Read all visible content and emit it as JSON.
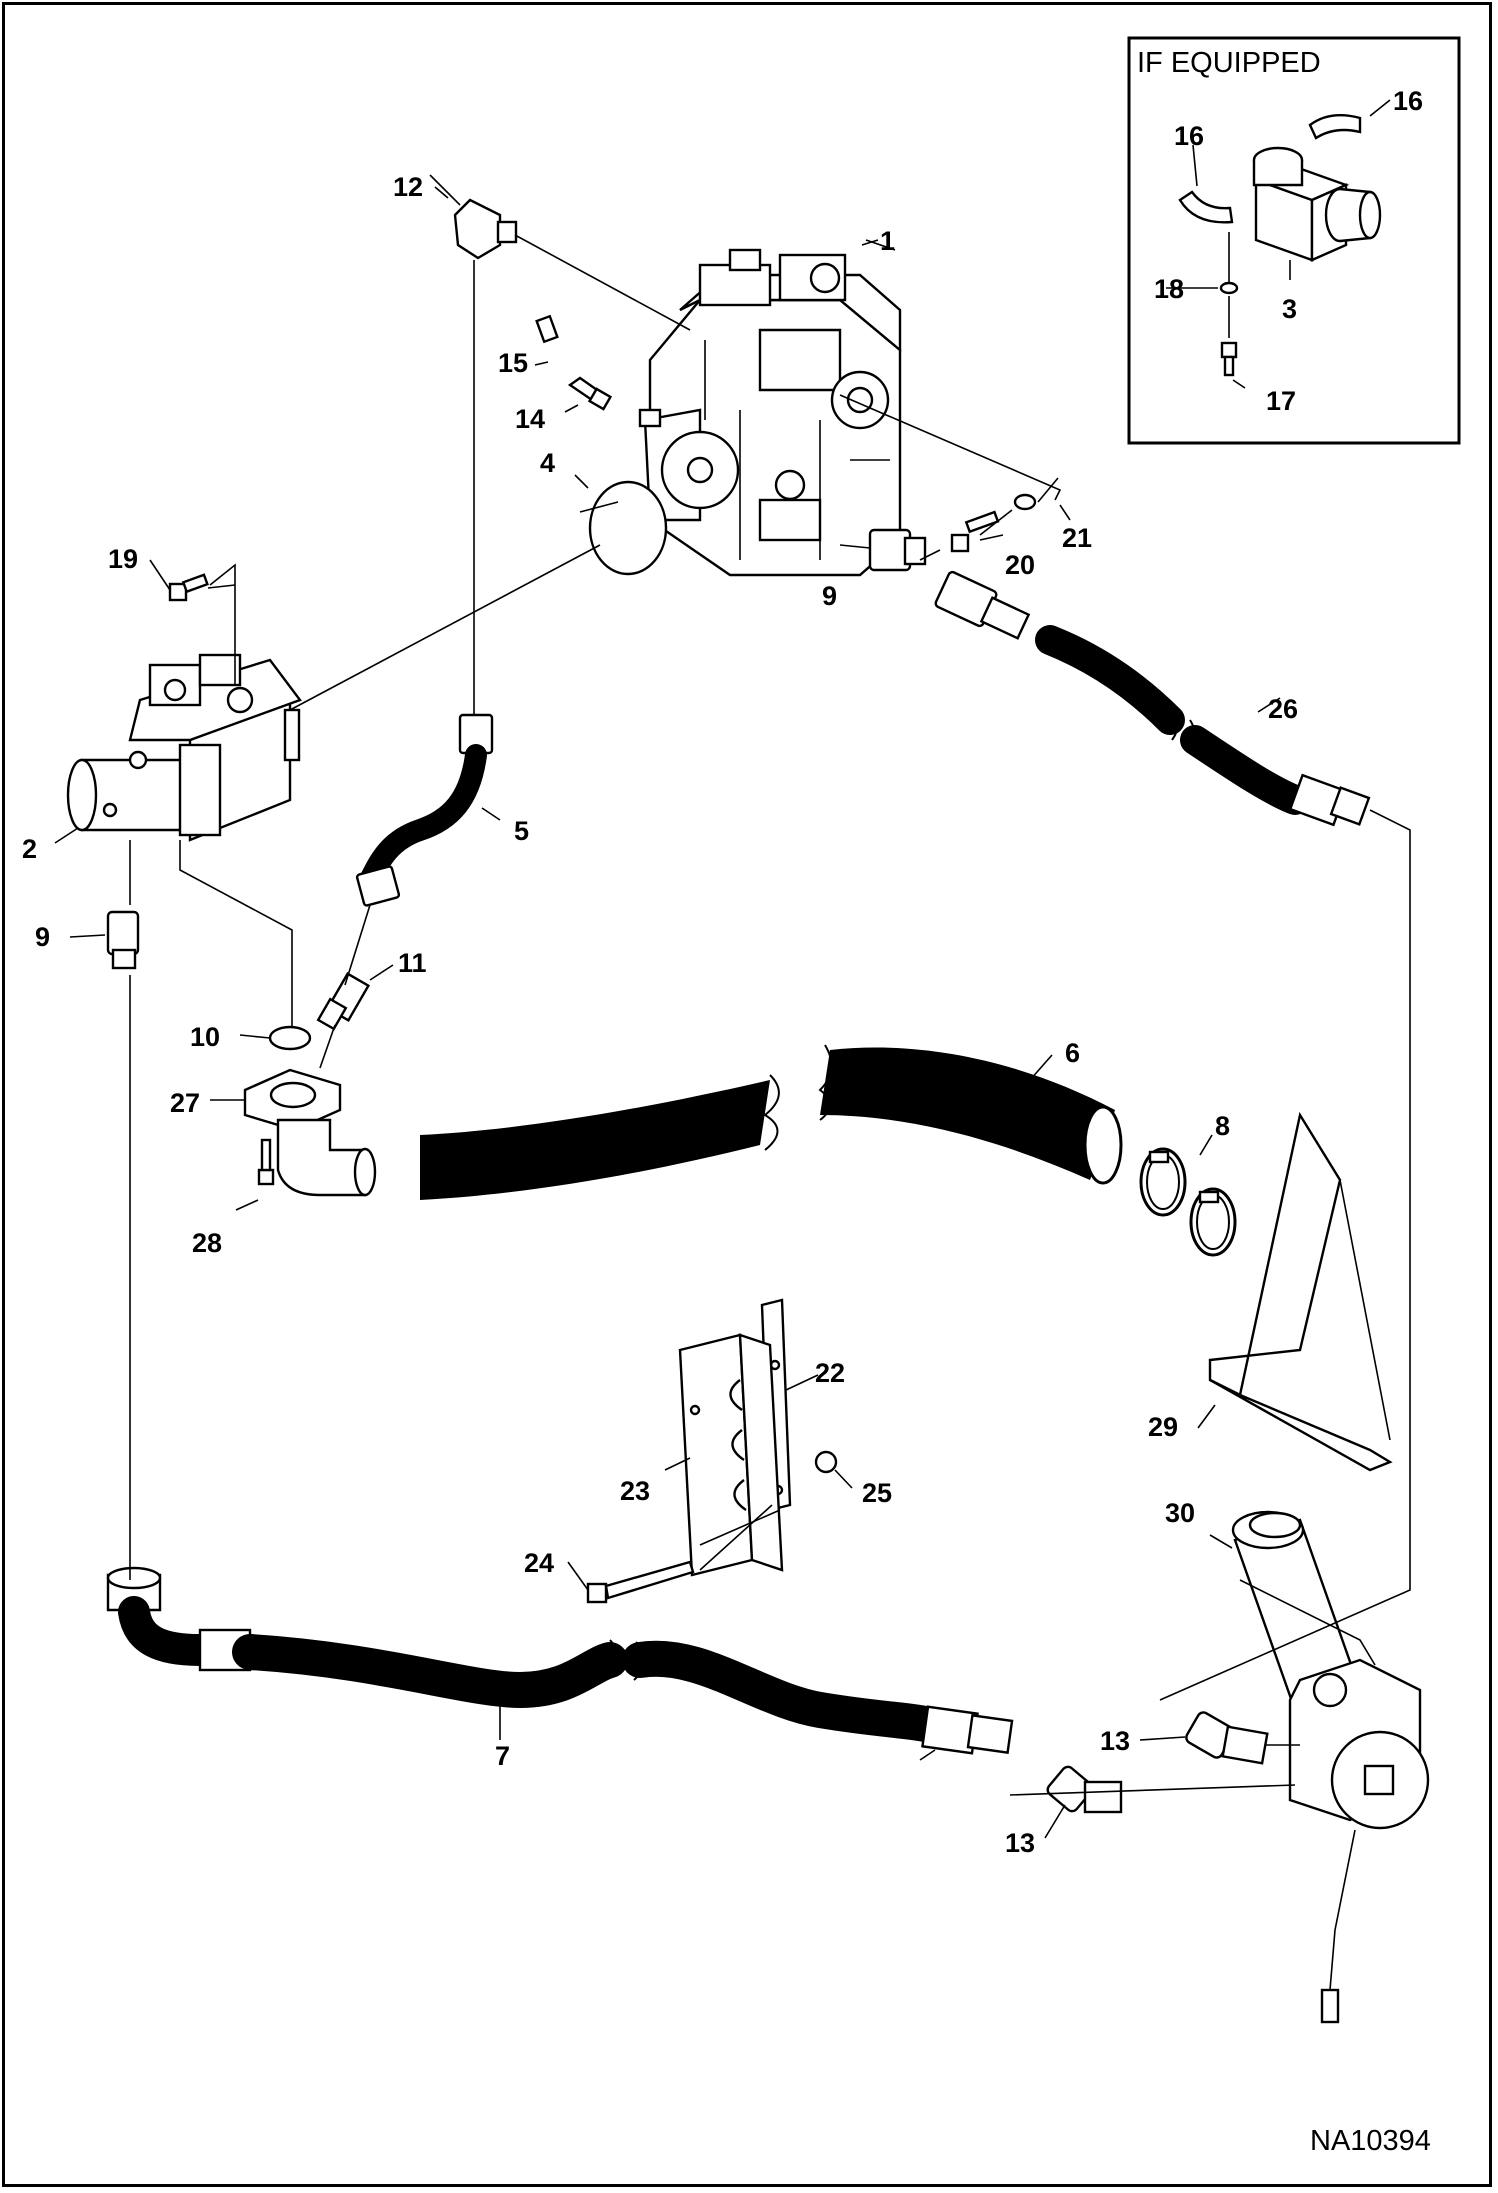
{
  "inset": {
    "title": "IF EQUIPPED"
  },
  "drawing_code": "NA10394",
  "callouts": [
    {
      "id": "c1",
      "text": "1"
    },
    {
      "id": "c2",
      "text": "2"
    },
    {
      "id": "c3",
      "text": "3"
    },
    {
      "id": "c4",
      "text": "4"
    },
    {
      "id": "c5",
      "text": "5"
    },
    {
      "id": "c6",
      "text": "6"
    },
    {
      "id": "c7",
      "text": "7"
    },
    {
      "id": "c8",
      "text": "8"
    },
    {
      "id": "c9a",
      "text": "9"
    },
    {
      "id": "c9b",
      "text": "9"
    },
    {
      "id": "c10",
      "text": "10"
    },
    {
      "id": "c11",
      "text": "11"
    },
    {
      "id": "c12",
      "text": "12"
    },
    {
      "id": "c13a",
      "text": "13"
    },
    {
      "id": "c13b",
      "text": "13"
    },
    {
      "id": "c14",
      "text": "14"
    },
    {
      "id": "c15",
      "text": "15"
    },
    {
      "id": "c16a",
      "text": "16"
    },
    {
      "id": "c16b",
      "text": "16"
    },
    {
      "id": "c17",
      "text": "17"
    },
    {
      "id": "c18",
      "text": "18"
    },
    {
      "id": "c19",
      "text": "19"
    },
    {
      "id": "c20",
      "text": "20"
    },
    {
      "id": "c21",
      "text": "21"
    },
    {
      "id": "c22",
      "text": "22"
    },
    {
      "id": "c23",
      "text": "23"
    },
    {
      "id": "c24",
      "text": "24"
    },
    {
      "id": "c25",
      "text": "25"
    },
    {
      "id": "c26",
      "text": "26"
    },
    {
      "id": "c27",
      "text": "27"
    },
    {
      "id": "c28",
      "text": "28"
    },
    {
      "id": "c29",
      "text": "29"
    },
    {
      "id": "c30",
      "text": "30"
    }
  ]
}
